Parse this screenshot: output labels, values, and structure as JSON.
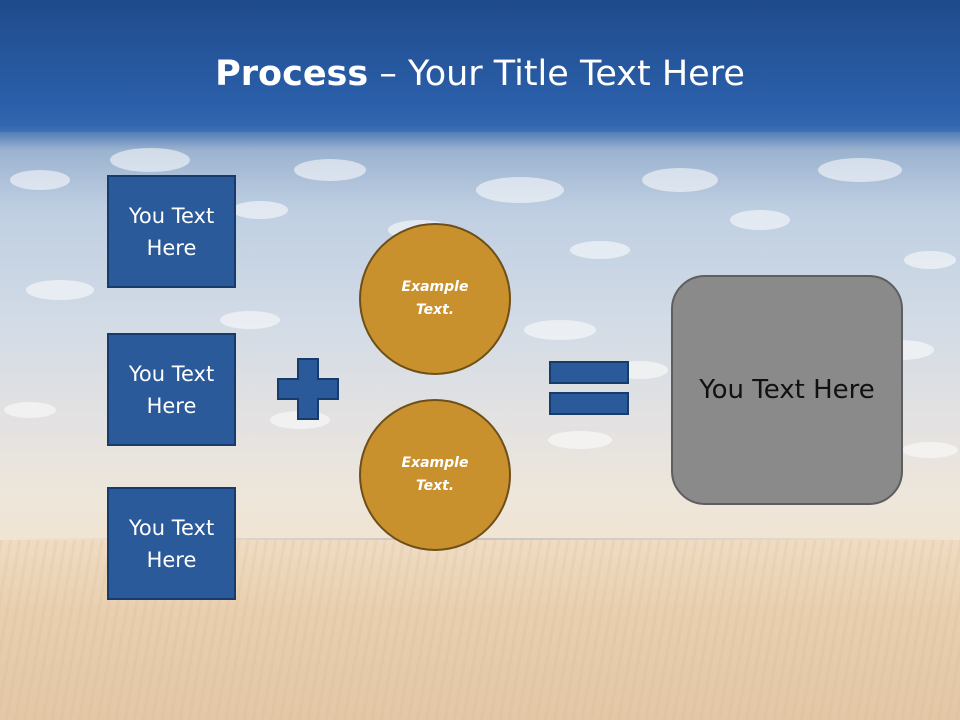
{
  "title": {
    "bold": "Process",
    "rest": " – Your Title Text Here"
  },
  "left_boxes": [
    {
      "line1": "You Text",
      "line2": "Here"
    },
    {
      "line1": "You Text",
      "line2": "Here"
    },
    {
      "line1": "You Text",
      "line2": "Here"
    }
  ],
  "circles": [
    {
      "line1": "Example",
      "line2": "Text."
    },
    {
      "line1": "Example",
      "line2": "Text."
    }
  ],
  "result_box": {
    "text": "You Text Here"
  },
  "icons": [
    "plus-icon",
    "equals-icon"
  ],
  "colors": {
    "title_bar": "#2a5ea8",
    "box_fill": "#2a5a9a",
    "box_border": "#173b6a",
    "circle_fill": "#c9902e",
    "circle_border": "#6e4f17",
    "result_fill": "#8a8a8a",
    "result_border": "#5e5e5e"
  }
}
